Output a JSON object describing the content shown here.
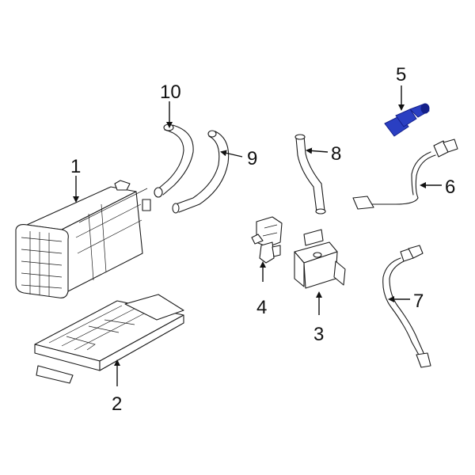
{
  "callouts": [
    {
      "id": "1",
      "label": "1"
    },
    {
      "id": "2",
      "label": "2"
    },
    {
      "id": "3",
      "label": "3"
    },
    {
      "id": "4",
      "label": "4"
    },
    {
      "id": "5",
      "label": "5"
    },
    {
      "id": "6",
      "label": "6"
    },
    {
      "id": "7",
      "label": "7"
    },
    {
      "id": "8",
      "label": "8"
    },
    {
      "id": "9",
      "label": "9"
    },
    {
      "id": "10",
      "label": "10"
    }
  ],
  "colors": {
    "highlight_part": "#2a3fc2",
    "highlight_dark": "#14208a",
    "line": "#1a1a1a",
    "background": "#ffffff"
  }
}
